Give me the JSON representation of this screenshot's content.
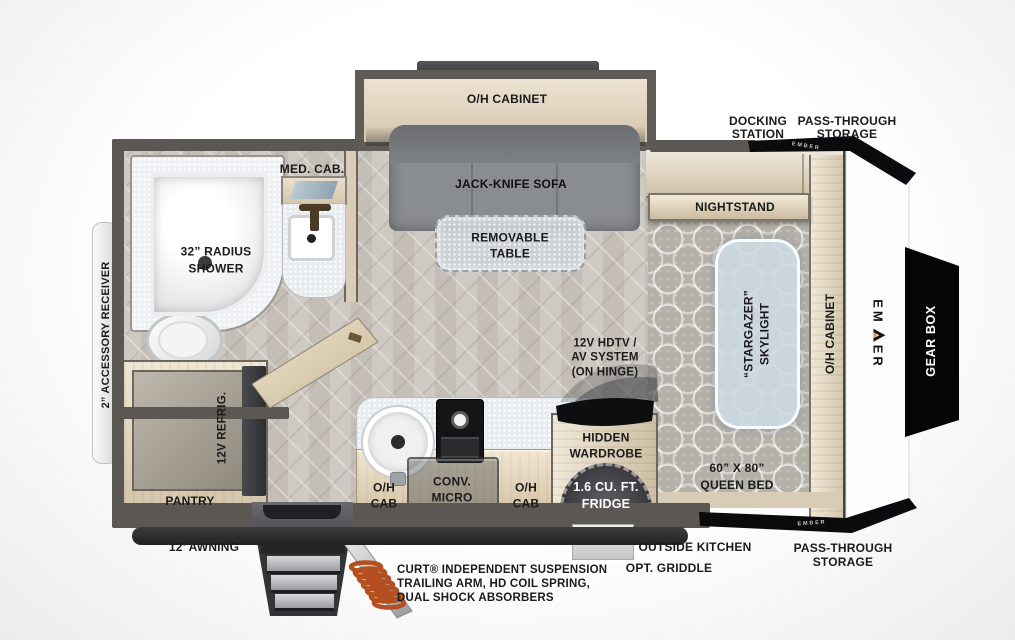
{
  "colors": {
    "wall": "#5b5854",
    "wood": "#e3d7c2",
    "floor": "#cbc6bf",
    "sofa": "#85888c",
    "accent": "#e8951f",
    "black": "#0b0b0d"
  },
  "slideout": {
    "oh_cabinet": "O/H CABINET"
  },
  "living": {
    "sofa": "JACK-KNIFE SOFA",
    "table": [
      "REMOVABLE",
      "TABLE"
    ],
    "hdtv": [
      "12V HDTV /",
      "AV SYSTEM",
      "(ON HINGE)"
    ]
  },
  "bathroom": {
    "med_cab": "MED. CAB.",
    "shower": [
      "32” RADIUS",
      "SHOWER"
    ]
  },
  "kitchen": {
    "oh_cab_left": [
      "O/H",
      "CAB"
    ],
    "conv_micro": [
      "CONV.",
      "MICRO"
    ],
    "oh_cab_right": [
      "O/H",
      "CAB"
    ],
    "refrig": "12V REFRIG.",
    "pantry": "PANTRY",
    "wardrobe": [
      "HIDDEN",
      "WARDROBE"
    ],
    "mini_fridge": [
      "1.6 CU. FT.",
      "FRIDGE"
    ]
  },
  "bedroom": {
    "nightstand": "NIGHTSTAND",
    "skylight": [
      "“STARGAZER”",
      "SKYLIGHT"
    ],
    "queen_bed": [
      "60” X 80”",
      "QUEEN BED"
    ],
    "oh_cabinet": "O/H CABINET"
  },
  "exterior": {
    "docking_station": [
      "DOCKING",
      "STATION"
    ],
    "pass_through_top": [
      "PASS-THROUGH",
      "STORAGE"
    ],
    "pass_through_bottom": [
      "PASS-THROUGH",
      "STORAGE"
    ],
    "gear_box": "GEAR BOX",
    "accessory_receiver": "2” ACCESSORY RECEIVER",
    "awning": "12’ AWNING",
    "outside_kitchen": "OUTSIDE KITCHEN",
    "opt_griddle": "OPT. GRIDDLE",
    "suspension": [
      "CURT® INDEPENDENT SUSPENSION",
      "TRAILING ARM, HD COIL SPRING,",
      "DUAL SHOCK ABSORBERS"
    ],
    "ember_top": "EMBER",
    "ember_bottom": "EMBER",
    "brand_pre": "EM",
    "brand_post": "ER"
  }
}
